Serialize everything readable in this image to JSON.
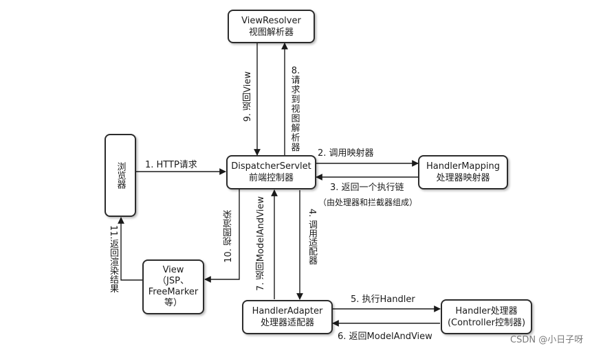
{
  "nodes": {
    "view_resolver": {
      "line1": "ViewResolver",
      "line2": "视图解析器"
    },
    "browser": {
      "label": "浏览器"
    },
    "dispatcher": {
      "line1": "DispatcherServlet",
      "line2": "前端控制器"
    },
    "handler_mapping": {
      "line1": "HandlerMapping",
      "line2": "处理器映射器"
    },
    "view": {
      "line1": "View",
      "line2": "（JSP、",
      "line3": "FreeMarker",
      "line4": "等）"
    },
    "handler_adapter": {
      "line1": "HandlerAdapter",
      "line2": "处理器适配器"
    },
    "handler": {
      "line1": "Handler处理器",
      "line2": "(Controller控制器)"
    }
  },
  "edges": {
    "e1": "1. HTTP请求",
    "e2": "2.  调用映射器",
    "e3": "3. 返回一个执行链",
    "e3_note": "（由处理器和拦截器组成）",
    "e4": "4.  调用适配器",
    "e5": "5. 执行Handler",
    "e6": "6. 返回ModelAndView",
    "e7": "7. 返回ModelAndView",
    "e8": "8.请求到视图解析器",
    "e9": "9. 返回View",
    "e10": "10. 视图渲染",
    "e11": "11.返回渲染结果"
  },
  "watermark": "CSDN @小日子呀"
}
